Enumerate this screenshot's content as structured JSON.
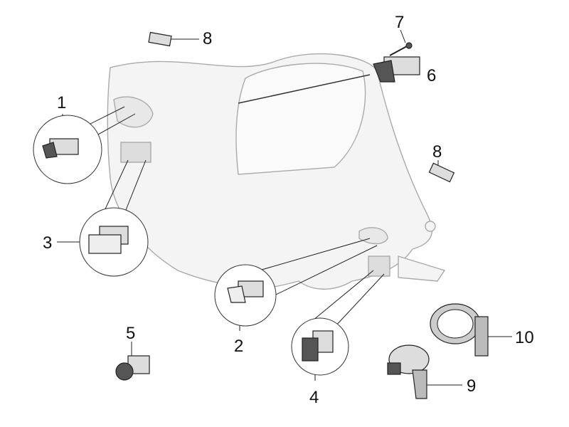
{
  "title": "Switches exploded parts diagram",
  "callouts": {
    "p1": "1",
    "p2": "2",
    "p3": "3",
    "p4": "4",
    "p5": "5",
    "p6": "6",
    "p7": "7",
    "p8a": "8",
    "p8b": "8",
    "p9": "9",
    "p10": "10"
  }
}
